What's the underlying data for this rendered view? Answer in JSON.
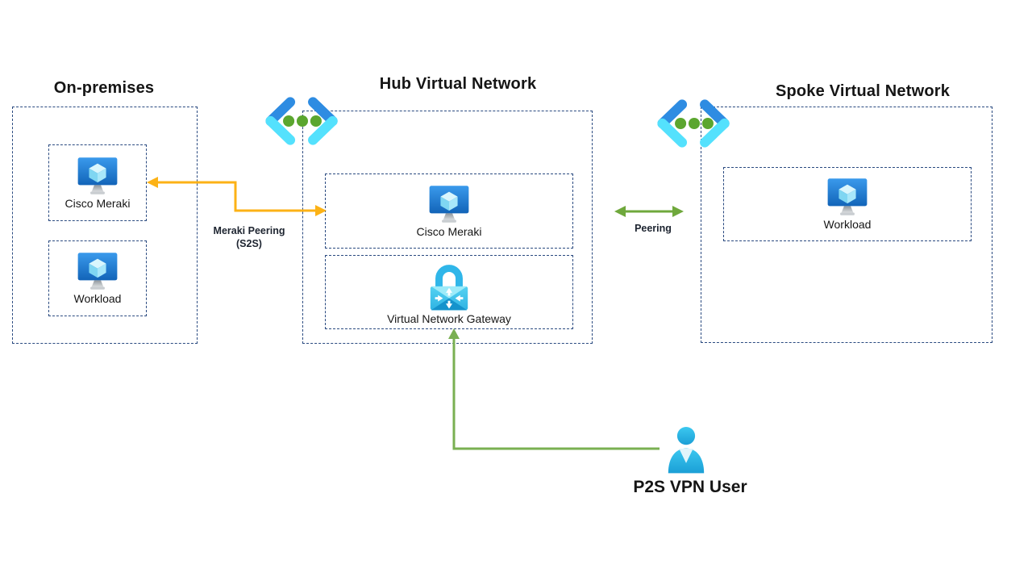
{
  "groups": {
    "on_premises": {
      "title": "On-premises",
      "items": [
        {
          "label": "Cisco Meraki",
          "icon": "vm-monitor-icon"
        },
        {
          "label": "Workload",
          "icon": "vm-monitor-icon"
        }
      ]
    },
    "hub": {
      "title": "Hub Virtual Network",
      "icon": "virtual-network-icon",
      "items": [
        {
          "label": "Cisco Meraki",
          "icon": "vm-monitor-icon"
        },
        {
          "label": "Virtual Network Gateway",
          "icon": "vpn-gateway-lock-icon"
        }
      ]
    },
    "spoke": {
      "title": "Spoke Virtual Network",
      "icon": "virtual-network-icon",
      "items": [
        {
          "label": "Workload",
          "icon": "vm-monitor-icon"
        }
      ]
    }
  },
  "connections": {
    "meraki_peering": {
      "label": "Meraki Peering",
      "sublabel": "(S2S)",
      "color": "#fcb216",
      "style": "elbow-double-arrow"
    },
    "peering": {
      "label": "Peering",
      "color": "#6fa83c",
      "style": "horizontal-double-arrow"
    },
    "p2s_vpn": {
      "color": "#7ab052",
      "style": "elbow-single-arrow-up"
    }
  },
  "user": {
    "label": "P2S VPN User",
    "icon": "person-user-icon"
  },
  "colors": {
    "background": "#ffffff",
    "dashed_border": "#2a4a80",
    "title_text": "#151515",
    "arrow_yellow": "#fcb216",
    "arrow_green": "#6fa83c",
    "arrow_green_light": "#7ab052",
    "vnet_chevron_blue": "#2e8ce2",
    "vnet_chevron_cyan": "#54e1fd",
    "vnet_dot_green": "#5ba62f",
    "monitor_blue_top": "#2f90e3",
    "monitor_blue_bottom": "#1566bb",
    "lock_cyan": "#2fb6e9",
    "user_cyan": "#2ab9e8"
  }
}
